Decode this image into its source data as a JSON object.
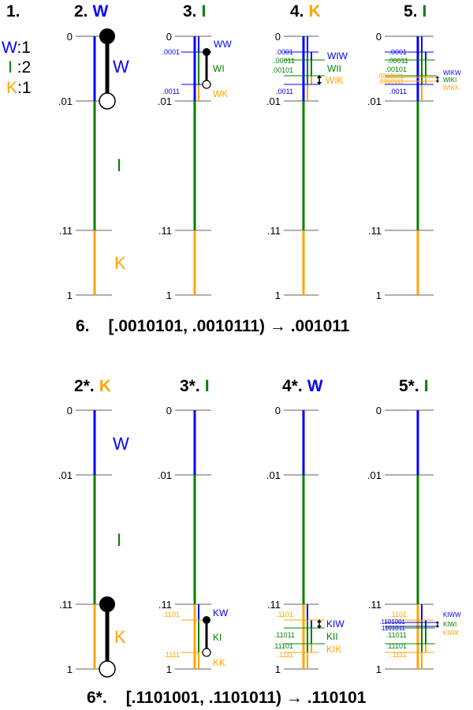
{
  "colors": {
    "W": "#0000ff",
    "I": "#008000",
    "K": "#ffa500",
    "axis": "#808080",
    "ink": "#000000"
  },
  "legend": {
    "title": "1.",
    "entries": [
      {
        "symbol": "W",
        "sep": ":",
        "count": "1",
        "color": "#0000ff"
      },
      {
        "symbol": "I",
        "sep": " :",
        "count": "2",
        "color": "#008000"
      },
      {
        "symbol": "K",
        "sep": ":",
        "count": "1",
        "color": "#ffa500"
      }
    ]
  },
  "ticks": {
    "t0": "0",
    "t1": ".01",
    "t2": ".11",
    "t3": "1"
  },
  "top_row": {
    "panels": [
      {
        "num": "2.",
        "letter": "W",
        "letter_color": "#0000ff",
        "segments": [
          "W",
          "I",
          "K"
        ]
      },
      {
        "num": "3.",
        "letter": "I",
        "letter_color": "#008000",
        "labels": [
          ".0001",
          ".0011"
        ],
        "segments": [
          "WW",
          "WI",
          "WK"
        ]
      },
      {
        "num": "4.",
        "letter": "K",
        "letter_color": "#ffa500",
        "labels": [
          ".0001",
          ".00011",
          ".00101",
          ".0011"
        ],
        "segments": [
          "WIW",
          "WII",
          "WIK"
        ]
      },
      {
        "num": "5.",
        "letter": "I",
        "letter_color": "#008000",
        "labels": [
          ".0001",
          ".00011",
          ".00101",
          ".0010101",
          ".0010111",
          ".0011"
        ],
        "segments": [
          "WIKW",
          "WIKI",
          "WIKK"
        ]
      }
    ],
    "result": {
      "num": "6.",
      "text": "[.0010101, .0010111) → .001011"
    }
  },
  "bottom_row": {
    "panels": [
      {
        "num": "2*.",
        "letter": "K",
        "letter_color": "#ffa500",
        "segments": [
          "W",
          "I",
          "K"
        ]
      },
      {
        "num": "3*.",
        "letter": "I",
        "letter_color": "#008000",
        "labels": [
          ".1101",
          ".1111"
        ],
        "segments": [
          "KW",
          "KI",
          "KK"
        ]
      },
      {
        "num": "4*.",
        "letter": "W",
        "letter_color": "#0000ff",
        "labels": [
          ".1101",
          ".11011",
          ".11101",
          ".1111"
        ],
        "segments": [
          "KIW",
          "KII",
          "KIK"
        ]
      },
      {
        "num": "5*.",
        "letter": "I",
        "letter_color": "#008000",
        "labels": [
          ".1101",
          ".1101001",
          ".1101011",
          ".11011",
          ".11101",
          ".1111"
        ],
        "segments": [
          "KIWW",
          "KIWI",
          "KIWK"
        ]
      }
    ],
    "result": {
      "num": "6*.",
      "text": "[.1101001, .1101011) → .110101"
    }
  }
}
